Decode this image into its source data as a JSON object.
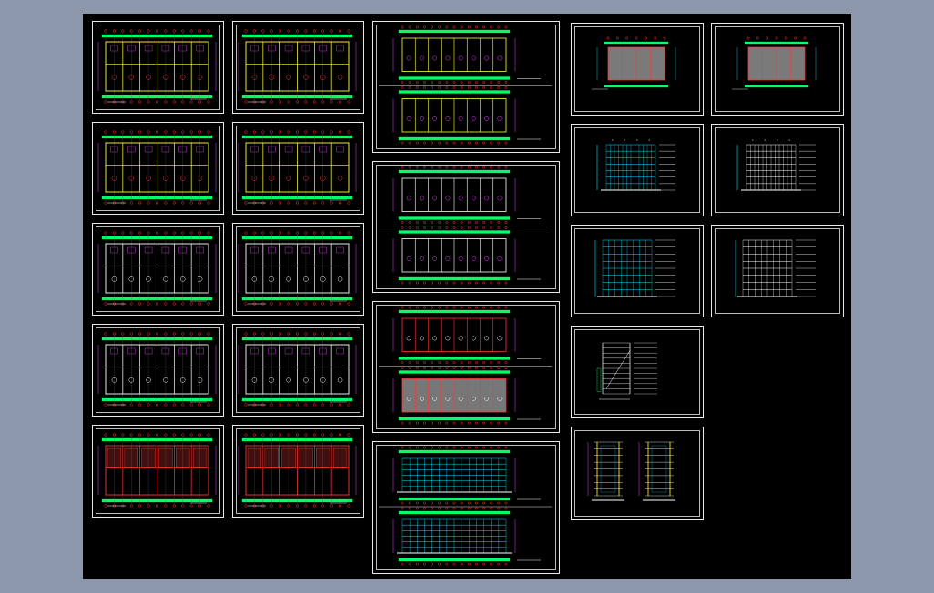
{
  "window": {
    "background_color": "#8d97ab",
    "model_space_color": "#000000",
    "frame_color": "#e8e8e8"
  },
  "colors": {
    "grid_line": "#ff3333",
    "dimension": "#00ff66",
    "wall": "#ffff33",
    "label": "#ffffff",
    "elevation_lines": "#00e5ff",
    "annotation": "#e040fb",
    "section_yellow": "#ffe100"
  },
  "sheets": [
    {
      "kind": "plan",
      "name": "floor-plan-1",
      "variant": "yellow"
    },
    {
      "kind": "plan",
      "name": "floor-plan-2",
      "variant": "yellow"
    },
    {
      "kind": "plan",
      "name": "floor-plan-3",
      "variant": "yellow"
    },
    {
      "kind": "plan",
      "name": "floor-plan-4",
      "variant": "yellow"
    },
    {
      "kind": "plan",
      "name": "floor-plan-5",
      "variant": "white"
    },
    {
      "kind": "plan",
      "name": "floor-plan-6",
      "variant": "white"
    },
    {
      "kind": "plan",
      "name": "floor-plan-7",
      "variant": "white"
    },
    {
      "kind": "plan",
      "name": "floor-plan-8",
      "variant": "white"
    },
    {
      "kind": "plan",
      "name": "roof-plan-1",
      "variant": "red"
    },
    {
      "kind": "plan",
      "name": "roof-plan-2",
      "variant": "red"
    },
    {
      "kind": "double-plan",
      "name": "unit-plans-a",
      "variant": "yellow"
    },
    {
      "kind": "double-plan",
      "name": "unit-plans-b",
      "variant": "white"
    },
    {
      "kind": "double-plan",
      "name": "roof-plans",
      "variant": "red"
    },
    {
      "kind": "double-elevation",
      "name": "front-back-elevations",
      "variant": "cyan"
    },
    {
      "kind": "roof",
      "name": "roof-elevation-1",
      "variant": "red"
    },
    {
      "kind": "roof",
      "name": "roof-elevation-2",
      "variant": "red"
    },
    {
      "kind": "elevation",
      "name": "elevation-1",
      "variant": "cyan"
    },
    {
      "kind": "elevation",
      "name": "elevation-2",
      "variant": "white"
    },
    {
      "kind": "side-elevation",
      "name": "side-elevation-1",
      "variant": "cyan"
    },
    {
      "kind": "side-elevation",
      "name": "side-elevation-2",
      "variant": "white"
    },
    {
      "kind": "stair",
      "name": "stair-detail",
      "variant": "white"
    },
    {
      "kind": "sections",
      "name": "building-sections",
      "variant": "yellow"
    }
  ]
}
